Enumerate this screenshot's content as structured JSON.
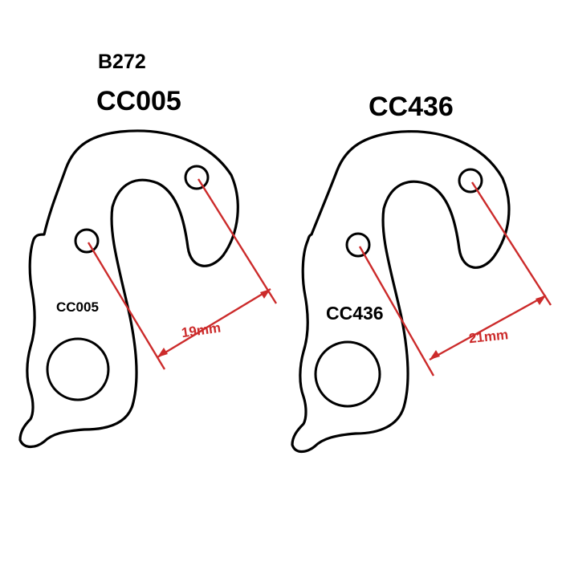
{
  "colors": {
    "dimension": "#cc2b2b",
    "outline": "#000000",
    "background": "#ffffff"
  },
  "left_part": {
    "top_code": "B272",
    "title": "CC005",
    "body_label": "CC005",
    "dimension": "19mm"
  },
  "right_part": {
    "title": "CC436",
    "body_label": "CC436",
    "dimension": "21mm"
  }
}
